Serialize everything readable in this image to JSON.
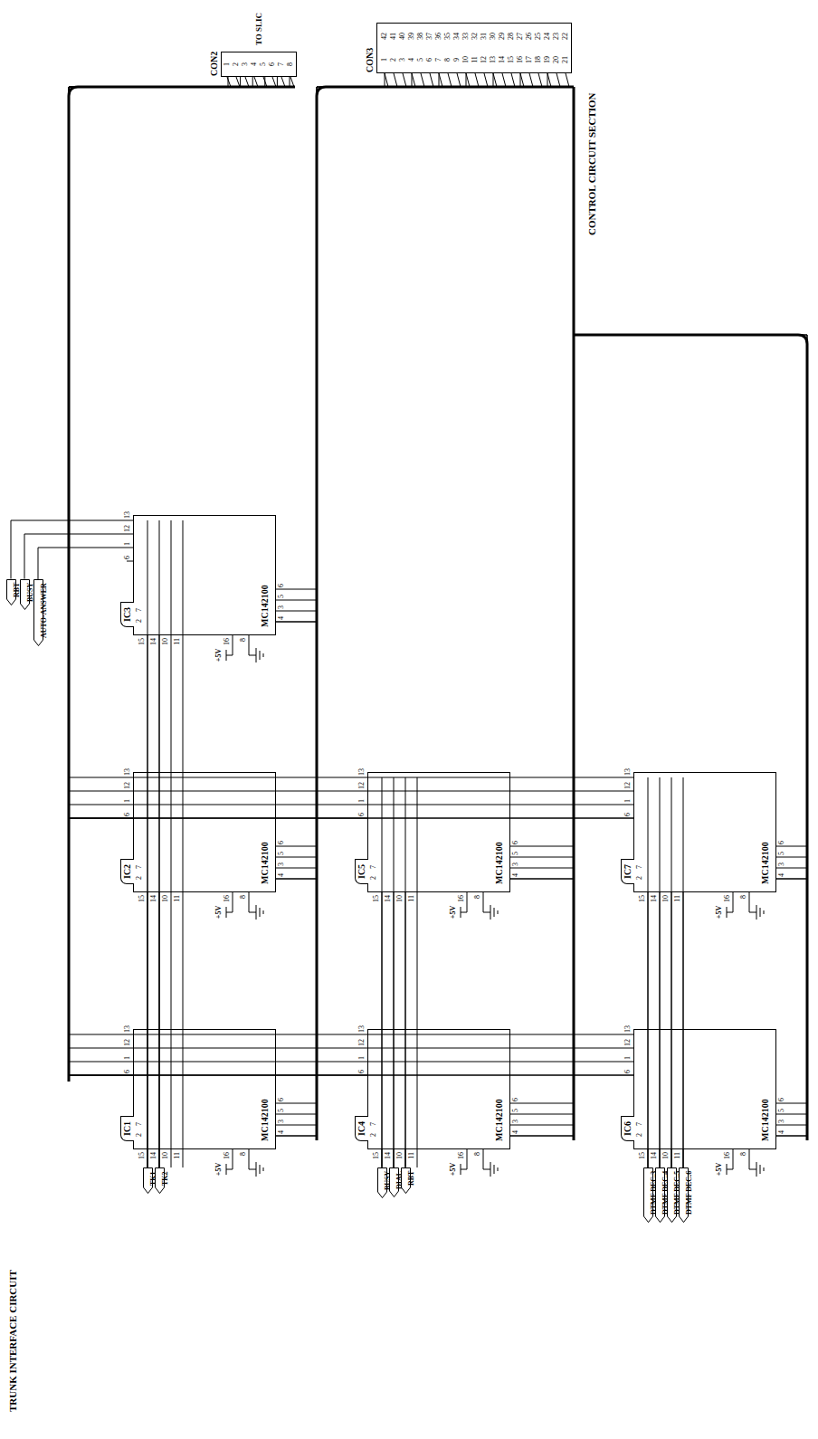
{
  "diagram": {
    "nodes": [
      {
        "text": [
          "IC1",
          "MC142100"
        ]
      },
      {
        "text": [
          "IC2",
          "MC142100"
        ]
      },
      {
        "text": [
          "IC3",
          "MC142100"
        ]
      },
      {
        "text": [
          "IC4",
          "MC142100"
        ]
      },
      {
        "text": [
          "IC5",
          "MC142100"
        ]
      },
      {
        "text": [
          "IC6",
          "MC142100"
        ]
      },
      {
        "text": [
          "IC7",
          "MC142100"
        ]
      },
      {
        "text": [
          "TK1"
        ]
      },
      {
        "text": [
          "TK2"
        ]
      },
      {
        "text": [
          "BUSY"
        ]
      },
      {
        "text": [
          "DIAL"
        ]
      },
      {
        "text": [
          "RBT"
        ]
      },
      {
        "text": [
          "DTMF DEC.3"
        ]
      },
      {
        "text": [
          "DTMF DEC.4"
        ]
      },
      {
        "text": [
          "DTMF DEC.5"
        ]
      },
      {
        "text": [
          "DTMF DEC.6"
        ]
      },
      {
        "text": [
          "RBT"
        ]
      },
      {
        "text": [
          "BUSY"
        ]
      },
      {
        "text": [
          "AUTO-ANSWER"
        ]
      },
      {
        "text": [
          "CON2"
        ]
      },
      {
        "text": [
          "CON3"
        ]
      }
    ],
    "edges": [
      {
        "from": 7,
        "to": 0,
        "arrow": "none"
      },
      {
        "from": 7,
        "to": 1,
        "arrow": "none"
      },
      {
        "from": 7,
        "to": 2,
        "arrow": "none"
      },
      {
        "from": 8,
        "to": 0,
        "arrow": "none"
      },
      {
        "from": 8,
        "to": 1,
        "arrow": "none"
      },
      {
        "from": 8,
        "to": 2,
        "arrow": "none"
      },
      {
        "from": 9,
        "to": 3,
        "arrow": "none"
      },
      {
        "from": 9,
        "to": 4,
        "arrow": "none"
      },
      {
        "from": 10,
        "to": 3,
        "arrow": "none"
      },
      {
        "from": 10,
        "to": 4,
        "arrow": "none"
      },
      {
        "from": 11,
        "to": 3,
        "arrow": "none"
      },
      {
        "from": 11,
        "to": 4,
        "arrow": "none"
      },
      {
        "from": 12,
        "to": 5,
        "arrow": "none"
      },
      {
        "from": 12,
        "to": 6,
        "arrow": "none"
      },
      {
        "from": 13,
        "to": 5,
        "arrow": "none"
      },
      {
        "from": 13,
        "to": 6,
        "arrow": "none"
      },
      {
        "from": 14,
        "to": 5,
        "arrow": "none"
      },
      {
        "from": 14,
        "to": 6,
        "arrow": "none"
      },
      {
        "from": 15,
        "to": 5,
        "arrow": "none"
      },
      {
        "from": 15,
        "to": 6,
        "arrow": "none"
      },
      {
        "from": 16,
        "to": 2,
        "arrow": "none"
      },
      {
        "from": 17,
        "to": 2,
        "arrow": "none"
      },
      {
        "from": 18,
        "to": 2,
        "arrow": "none"
      },
      {
        "from": 0,
        "to": 19,
        "arrow": "none"
      },
      {
        "from": 1,
        "to": 19,
        "arrow": "none"
      },
      {
        "from": 3,
        "to": 19,
        "arrow": "none"
      },
      {
        "from": 4,
        "to": 19,
        "arrow": "none"
      },
      {
        "from": 5,
        "to": 19,
        "arrow": "none"
      },
      {
        "from": 6,
        "to": 19,
        "arrow": "none"
      },
      {
        "from": 0,
        "to": 20,
        "arrow": "none"
      },
      {
        "from": 1,
        "to": 20,
        "arrow": "none"
      },
      {
        "from": 2,
        "to": 20,
        "arrow": "none"
      },
      {
        "from": 3,
        "to": 20,
        "arrow": "none"
      },
      {
        "from": 4,
        "to": 20,
        "arrow": "none"
      },
      {
        "from": 5,
        "to": 20,
        "arrow": "none"
      },
      {
        "from": 6,
        "to": 20,
        "arrow": "none"
      }
    ],
    "labels": [
      "TRUNK INTERFACE CIRCUIT",
      "TO SLIC",
      "CONTROL CIRCUIT SECTION",
      "2",
      "7",
      "15",
      "14",
      "10",
      "11",
      "6",
      "1",
      "12",
      "13",
      "16",
      "8",
      "+5V",
      "4",
      "3",
      "5",
      "6",
      "2",
      "7",
      "15",
      "14",
      "10",
      "11",
      "6",
      "1",
      "12",
      "13",
      "16",
      "8",
      "+5V",
      "4",
      "3",
      "5",
      "6",
      "2",
      "7",
      "15",
      "14",
      "10",
      "11",
      "6",
      "1",
      "12",
      "13",
      "16",
      "8",
      "+5V",
      "4",
      "3",
      "5",
      "6",
      "2",
      "7",
      "15",
      "14",
      "10",
      "11",
      "6",
      "1",
      "12",
      "13",
      "16",
      "8",
      "+5V",
      "4",
      "3",
      "5",
      "6",
      "2",
      "7",
      "15",
      "14",
      "10",
      "11",
      "6",
      "1",
      "12",
      "13",
      "16",
      "8",
      "+5V",
      "4",
      "3",
      "5",
      "6",
      "2",
      "7",
      "15",
      "14",
      "10",
      "11",
      "6",
      "1",
      "12",
      "13",
      "16",
      "8",
      "+5V",
      "4",
      "3",
      "5",
      "6",
      "2",
      "7",
      "15",
      "14",
      "10",
      "11",
      "6",
      "1",
      "12",
      "13",
      "16",
      "8",
      "+5V",
      "4",
      "3",
      "5",
      "6",
      "1",
      "2",
      "3",
      "4",
      "5",
      "6",
      "7",
      "8",
      "1",
      "2",
      "3",
      "4",
      "5",
      "6",
      "7",
      "8",
      "9",
      "10",
      "11",
      "12",
      "13",
      "14",
      "15",
      "16",
      "17",
      "18",
      "19",
      "20",
      "21",
      "22",
      "23",
      "24",
      "25",
      "26",
      "27",
      "28",
      "29",
      "30",
      "31",
      "32",
      "33",
      "34",
      "35",
      "36",
      "37",
      "38",
      "39",
      "40",
      "41",
      "42"
    ]
  }
}
